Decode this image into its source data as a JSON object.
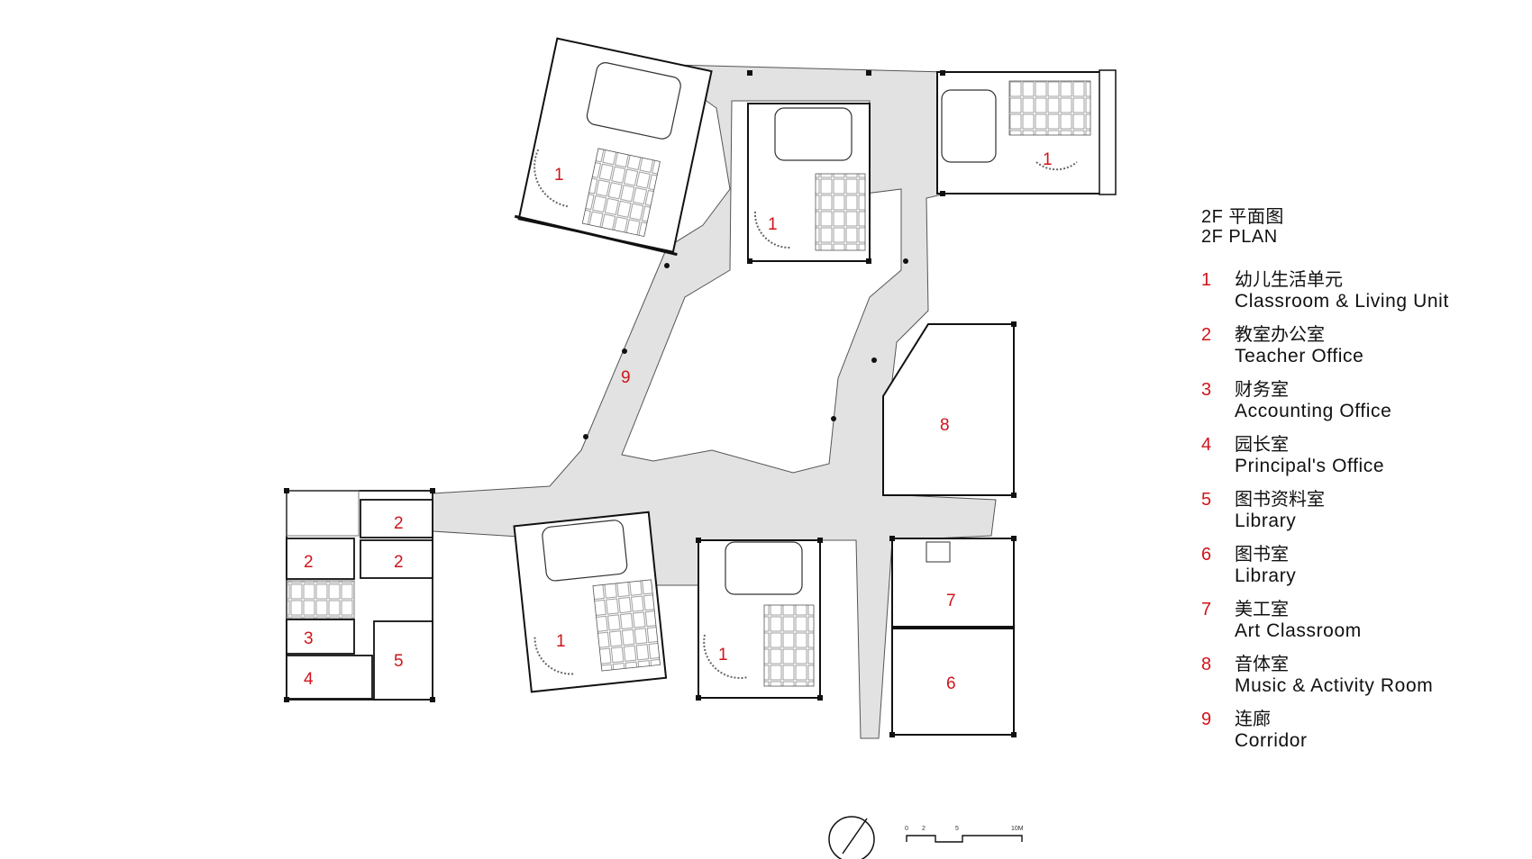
{
  "legend": {
    "title_zh": "2F 平面图",
    "title_en": "2F PLAN",
    "items": [
      {
        "num": "1",
        "zh": "幼儿生活单元",
        "en": "Classroom & Living Unit"
      },
      {
        "num": "2",
        "zh": "教室办公室",
        "en": "Teacher Office"
      },
      {
        "num": "3",
        "zh": "财务室",
        "en": "Accounting Office"
      },
      {
        "num": "4",
        "zh": "园长室",
        "en": "Principal's Office"
      },
      {
        "num": "5",
        "zh": "图书资料室",
        "en": "Library"
      },
      {
        "num": "6",
        "zh": "图书室",
        "en": "Library"
      },
      {
        "num": "7",
        "zh": "美工室",
        "en": "Art Classroom"
      },
      {
        "num": "8",
        "zh": "音体室",
        "en": "Music & Activity Room"
      },
      {
        "num": "9",
        "zh": "连廊",
        "en": "Corridor"
      }
    ]
  },
  "plan": {
    "room_labels": {
      "unit_nw": "1",
      "unit_n": "1",
      "unit_ne": "1",
      "unit_sw": "1",
      "unit_s": "1",
      "office_a": "2",
      "office_b": "2",
      "office_c": "2",
      "accounting": "3",
      "principal": "4",
      "library_small": "5",
      "library": "6",
      "art": "7",
      "music": "8",
      "corridor": "9"
    },
    "scale_labels": [
      "0",
      "2",
      "5",
      "10M"
    ],
    "colors": {
      "corridor_fill": "#e2e2e2",
      "wall": "#111111",
      "room_number": "#d0141b"
    },
    "icons": [
      "north-arrow-icon",
      "scale-bar-icon"
    ]
  }
}
